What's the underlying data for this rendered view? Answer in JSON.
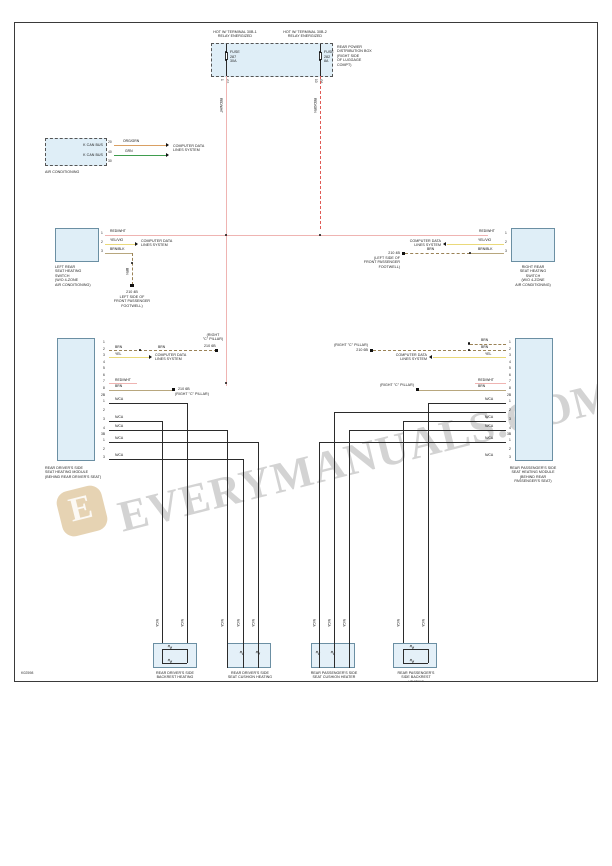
{
  "sheet": {
    "corner_code": "K02598"
  },
  "watermark": {
    "text": "EVERYMANUALS.COM",
    "logo_letter": "E"
  },
  "power": {
    "source1_title": "HOT W/ TERMINAL 30B-1\nRELAY ENERGIZED",
    "source2_title": "HOT W/ TERMINAL 30B-2\nRELAY ENERGIZED",
    "fuse1": {
      "label": "FUSE",
      "number": "287",
      "rating": "30A"
    },
    "fuse2": {
      "label": "FUSE",
      "number": "282",
      "rating": "8A"
    },
    "box_label": "REAR POWER\nDISTRIBUTION BOX\n(RIGHT SIDE\nOF LUGGAGE\nCOMPT)",
    "feed1_wire": "RED/WHT",
    "feed2_wire": "RED/GRN",
    "feed1_pin_a": "1",
    "feed1_pin_b": "G2",
    "feed2_pin_a": "10",
    "feed2_pin_b": "G6"
  },
  "ac_can": {
    "pin_top": "20",
    "pin_mid": "40",
    "pin_bot": "30",
    "bus_top_label": "K CAN BUS",
    "bus_bot_label": "K CAN BUS",
    "wire_top": "ORG/GRN",
    "wire_bot": "GRN",
    "dest": "COMPUTER DATA\nLINES SYSTEM",
    "module_label": "AIR CONDITIONING"
  },
  "left_switch": {
    "label": "LEFT REAR\nSEAT HEATING\nSWITCH\n(W/O 4-ZONE\nAIR CONDITIONING)",
    "pins": [
      {
        "num": "1",
        "wire": "RED/WHT"
      },
      {
        "num": "2",
        "wire": "YEL/VIO"
      },
      {
        "num": "3",
        "wire": "BRN/BLK"
      }
    ],
    "data_dest": "COMPUTER DATA\nLINES SYSTEM",
    "ground_wire": "BRN",
    "ground_id": "210 4B",
    "ground_loc": "LEFT SIDE OF\nFRONT PASSENGER\nFOOTWELL)"
  },
  "right_switch": {
    "label": "RIGHT REAR\nSEAT HEATING\nSWITCH\n(W/O 4-ZONE\nAIR CONDITIONING)",
    "pins": [
      {
        "num": "1",
        "wire": "RED/WHT"
      },
      {
        "num": "2",
        "wire": "YEL/VIO"
      },
      {
        "num": "3",
        "wire": "BRN/BLK"
      }
    ],
    "data_dest": "COMPUTER DATA\nLINES SYSTEM",
    "ground_wire": "BRN",
    "ground_id": "210 4B",
    "ground_loc": "(LEFT SIDE OF\nFRONT PASSENGER\nFOOTWELL)"
  },
  "left_module": {
    "label": "REAR DRIVER'S SIDE\nSEAT HEATING MODULE\n(BEHIND REAR DRIVER'S SEAT)",
    "conn_a_pins": [
      "1",
      "2",
      "3",
      "4",
      "5",
      "6",
      "7",
      "8"
    ],
    "conn_a_wires": {
      "p2": "BRN",
      "p3": "YEL",
      "p7": "RED/WHT",
      "p8": "BRN"
    },
    "ground_right_wire": "BRN",
    "ground_right_id": "210 6B",
    "ground_right_loc": "(RIGHT\n\"C\" PILLAR)",
    "data_dest": "COMPUTER DATA\nLINES SYSTEM",
    "ground_b_id": "210 6B",
    "ground_b_loc": "(RIGHT \"C\" PILLAR)",
    "conn_b_header": "2B",
    "conn_b_pins": [
      "1",
      "2",
      "3",
      "4"
    ],
    "conn_c_header": "3B",
    "conn_c_pins": [
      "1",
      "2",
      "3",
      "4"
    ],
    "nca": "N/CA"
  },
  "right_module": {
    "label": "REAR PASSENGER'S SIDE\nSEAT HEATING MODULE\n(BEHIND REAR\nPASSENGER'S SEAT)",
    "conn_a_pins": [
      "1",
      "2",
      "3",
      "4",
      "5",
      "6",
      "7",
      "8"
    ],
    "conn_a_wires": {
      "p1": "BRN",
      "p2": "BRN",
      "p3": "YEL",
      "p7": "RED/WHT",
      "p8": "BRN"
    },
    "data_dest": "COMPUTER DATA\nLINES SYSTEM",
    "ground_id": "210 6B",
    "ground_loc": "(RIGHT \"C\" PILLAR)",
    "conn_b_header": "2B",
    "conn_b_pins": [
      "1",
      "2",
      "3",
      "4"
    ],
    "conn_c_header": "3B",
    "conn_c_pins": [
      "1",
      "2",
      "3",
      "4"
    ],
    "nca": "N/CA"
  },
  "elements": [
    {
      "id": "e1",
      "label": "REAR DRIVER'S SIDE\nBACKREST HEATING"
    },
    {
      "id": "e2",
      "label": "REAR DRIVER'S SIDE\nSEAT CUSHION HEATING"
    },
    {
      "id": "e3",
      "label": "REAR PASSENGER'S SIDE\nSEAT CUSHION HEATER"
    },
    {
      "id": "e4",
      "label": "REAR PASSENGER'S\nSIDE BACKREST\nHEATING"
    }
  ],
  "wire_nca": "N/CA",
  "colors": {
    "box_fill": "#dfeef7",
    "box_stroke": "#6b8fa3",
    "red": "#e8918f",
    "red_dash": "#e05a55",
    "brown": "#9a8256",
    "orange": "#d9a063",
    "green": "#3f9d4e",
    "yellow": "#ead97a",
    "pink": "#efb4b2",
    "black": "#2b2b2b"
  }
}
